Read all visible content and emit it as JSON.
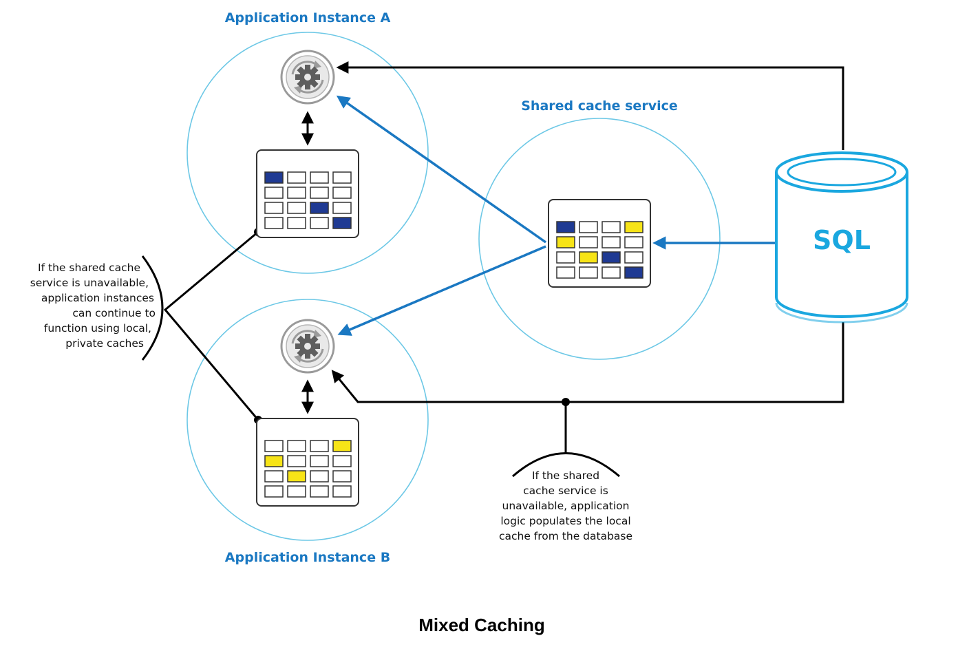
{
  "labels": {
    "instance_a": "Application Instance A",
    "instance_b": "Application Instance B",
    "shared_cache": "Shared cache service",
    "database": "SQL"
  },
  "notes": {
    "left": [
      "If the shared cache",
      "service is unavailable,",
      "application instances",
      "can continue to",
      "function using local,",
      "private caches"
    ],
    "bottom": [
      "If the shared",
      "cache service is",
      "unavailable, application",
      "logic populates the local",
      "cache from the database"
    ]
  },
  "caption": "Mixed Caching",
  "caches": {
    "instance_a": [
      [
        "navy",
        "empty",
        "empty",
        "empty"
      ],
      [
        "empty",
        "empty",
        "empty",
        "empty"
      ],
      [
        "empty",
        "empty",
        "navy",
        "empty"
      ],
      [
        "empty",
        "empty",
        "empty",
        "navy"
      ]
    ],
    "shared": [
      [
        "navy",
        "empty",
        "empty",
        "yellow"
      ],
      [
        "yellow",
        "empty",
        "empty",
        "empty"
      ],
      [
        "empty",
        "yellow",
        "navy",
        "empty"
      ],
      [
        "empty",
        "empty",
        "empty",
        "navy"
      ]
    ],
    "instance_b": [
      [
        "empty",
        "empty",
        "empty",
        "yellow"
      ],
      [
        "yellow",
        "empty",
        "empty",
        "empty"
      ],
      [
        "empty",
        "yellow",
        "empty",
        "empty"
      ],
      [
        "empty",
        "empty",
        "empty",
        "empty"
      ]
    ]
  },
  "colors": {
    "navy": "#1f3a93",
    "yellow": "#f7e417",
    "empty": "#ffffff",
    "circle": "#6dc8e6",
    "accent": "#1a78c2",
    "sql": "#1aa7df"
  },
  "icons": {
    "processor": "gear-refresh-icon",
    "database": "database-cylinder-icon"
  }
}
